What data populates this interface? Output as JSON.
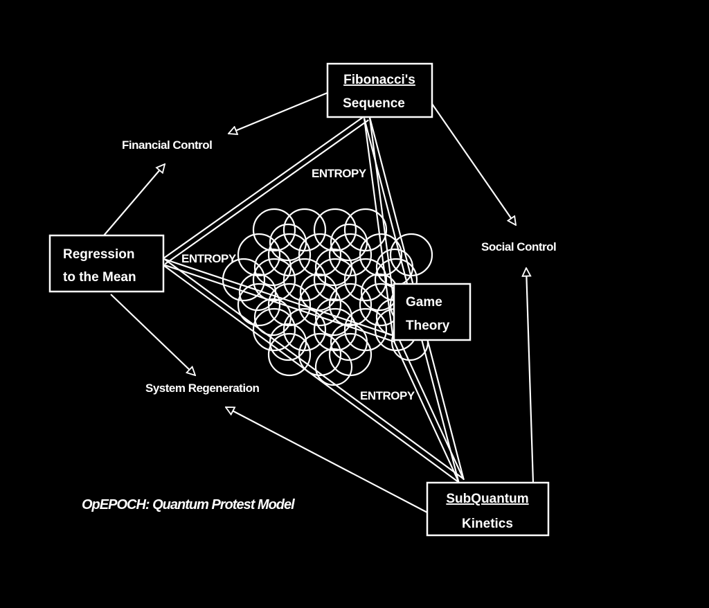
{
  "background": "#000000",
  "foreground": "#ffffff",
  "nodes": {
    "fibonacci": {
      "line1": "Fibonacci's",
      "line2": "Sequence"
    },
    "regression": {
      "line1": "Regression",
      "line2": "to the Mean"
    },
    "game_theory": {
      "line1": "Game",
      "line2": "Theory"
    },
    "subquantum": {
      "line1": "SubQuantum",
      "line2": "Kinetics"
    }
  },
  "labels": {
    "financial_control": "Financial Control",
    "social_control": "Social Control",
    "system_regeneration": "System Regeneration"
  },
  "entropy": {
    "top": "ENTROPY",
    "left": "ENTROPY",
    "bottom": "ENTROPY"
  },
  "caption": "OpEPOCH: Quantum Protest Model"
}
